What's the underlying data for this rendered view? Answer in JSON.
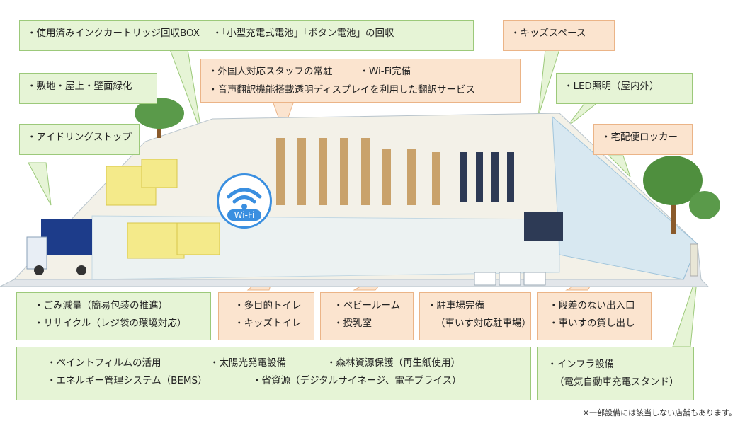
{
  "callouts": {
    "ink": [
      "・使用済みインクカートリッジ回収BOX",
      "・「小型充電式電池」「ボタン電池」の回収"
    ],
    "kids": [
      "・キッズスペース"
    ],
    "green": [
      "・敷地・屋上・壁面緑化"
    ],
    "foreign": [
      "・外国人対応スタッフの常駐",
      "・Wi-Fi完備",
      "・音声翻訳機能搭載透明ディスプレイを利用した翻訳サービス"
    ],
    "led": [
      "・LED照明（屋内外）"
    ],
    "idle": [
      "・アイドリングストップ"
    ],
    "locker": [
      "・宅配便ロッカー"
    ],
    "waste": [
      "・ごみ減量（簡易包装の推進）",
      "・リサイクル（レジ袋の環境対応）"
    ],
    "toilet": [
      "・多目的トイレ",
      "・キッズトイレ"
    ],
    "baby": [
      "・ベビールーム",
      "・授乳室"
    ],
    "parking": [
      "・駐車場完備",
      "（車いす対応駐車場）"
    ],
    "entrance": [
      "・段差のない出入口",
      "・車いすの貸し出し"
    ],
    "eco": [
      "・ペイントフィルムの活用",
      "・太陽光発電設備",
      "・森林資源保護（再生紙使用）",
      "・エネルギー管理システム（BEMS）",
      "・省資源（デジタルサイネージ、電子プライス）"
    ],
    "infra": [
      "・インフラ設備",
      "（電気自動車充電スタンド）"
    ]
  },
  "wifi_badge": "Wi-Fi",
  "footnote": "※一部設備には該当しない店舗もあります。",
  "colors": {
    "green_box": "#e6f4d6",
    "orange_box": "#fbe4cf",
    "wifi": "#3a8fe0"
  }
}
